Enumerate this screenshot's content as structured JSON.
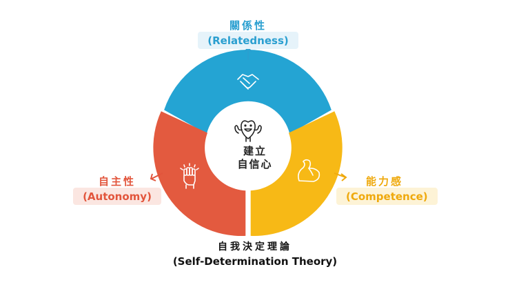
{
  "center": {
    "line1": "建立",
    "line2": "自信心"
  },
  "relatedness": {
    "zh": "關係性",
    "en": "(Relatedness)"
  },
  "autonomy": {
    "zh": "自主性",
    "en": "(Autonomy)"
  },
  "competence": {
    "zh": "能力感",
    "en": "(Competence)"
  },
  "title": {
    "zh": "自我決定理論",
    "en": "(Self-Determination Theory)"
  },
  "colors": {
    "relatedness": "#24a4d3",
    "autonomy": "#e35a3f",
    "competence": "#f7b916"
  },
  "icons": {
    "relatedness": "handshake-icon",
    "autonomy": "raised-fist-icon",
    "competence": "flexed-arm-icon",
    "center": "heart-mascot-icon"
  }
}
